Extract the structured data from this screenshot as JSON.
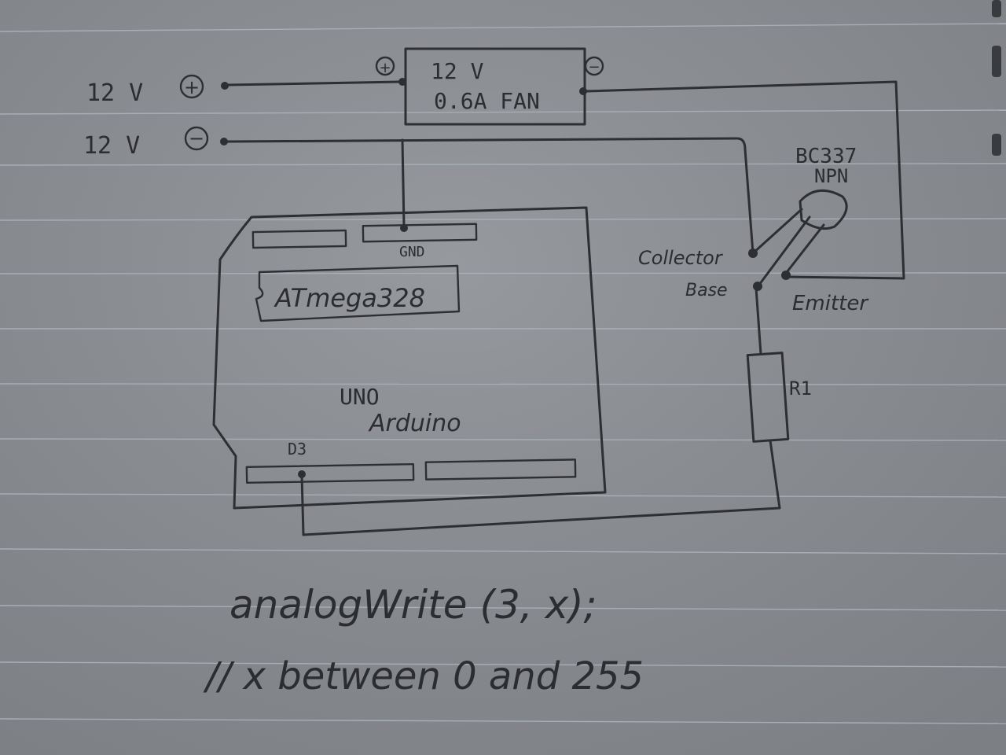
{
  "supply": {
    "plus_label": "12 V",
    "minus_label": "12 V",
    "plus_symbol": "+",
    "minus_symbol": "−"
  },
  "fan": {
    "line1": "12 V",
    "line2": "0.6A FAN",
    "plus_symbol": "+",
    "minus_symbol": "−"
  },
  "transistor": {
    "part": "BC337",
    "type": "NPN",
    "collector": "Collector",
    "base": "Base",
    "emitter": "Emitter"
  },
  "resistor": {
    "label": "R1"
  },
  "arduino": {
    "gnd": "GND",
    "chip": "ATmega328",
    "board_line1": "UNO",
    "board_line2": "Arduino",
    "pin": "D3"
  },
  "code": {
    "line1": "analogWrite (3, x);",
    "line2": "// x between 0 and 255"
  },
  "colors": {
    "ink": "#2e2f33",
    "paper": "#8a8d92",
    "rule": "#a9aeb6"
  }
}
